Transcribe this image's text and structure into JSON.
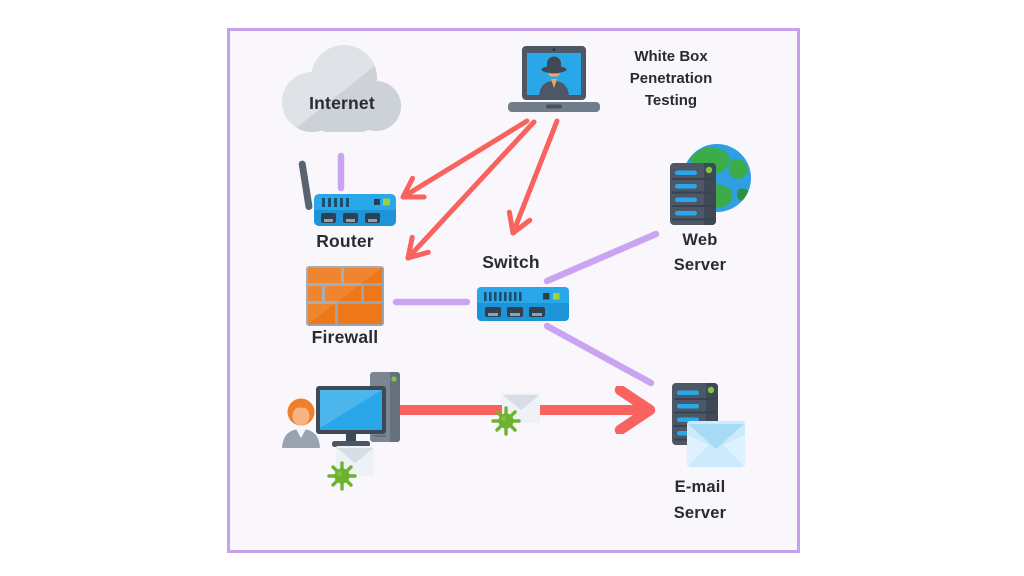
{
  "panel": {
    "background": "#faf7fc",
    "border_color": "#c7a0ea"
  },
  "annotation": {
    "line1": "White Box",
    "line2": "Penetration",
    "line3": "Testing"
  },
  "nodes": {
    "internet": {
      "label": "Internet"
    },
    "router": {
      "label": "Router"
    },
    "firewall": {
      "label": "Firewall"
    },
    "switch": {
      "label": "Switch"
    },
    "web_server": {
      "label_line1": "Web",
      "label_line2": "Server"
    },
    "email_server": {
      "label_line1": "E-mail",
      "label_line2": "Server"
    }
  },
  "icons": {
    "internet": "cloud-icon",
    "attacker": "hacker-laptop-icon",
    "router": "router-icon",
    "firewall": "brick-wall-icon",
    "switch": "network-switch-icon",
    "web_server": "server-tower-icon + globe-icon",
    "email_server": "server-tower-icon + envelope-icon",
    "victim_user": "user-icon + desktop-computer-icon",
    "malware": "envelope-icon + virus-icon"
  },
  "colors": {
    "attack_arrow_red": "#f8625f",
    "network_link_purple": "#c9a5f1",
    "device_blue": "#2aa7e8",
    "device_blue_dark": "#1d93d8",
    "firewall_orange": "#ee7817",
    "virus_green": "#6db32f",
    "server_gray": "#4d5766",
    "cloud_gray": "#dfe2e6",
    "label_text": "#2b2a33"
  }
}
